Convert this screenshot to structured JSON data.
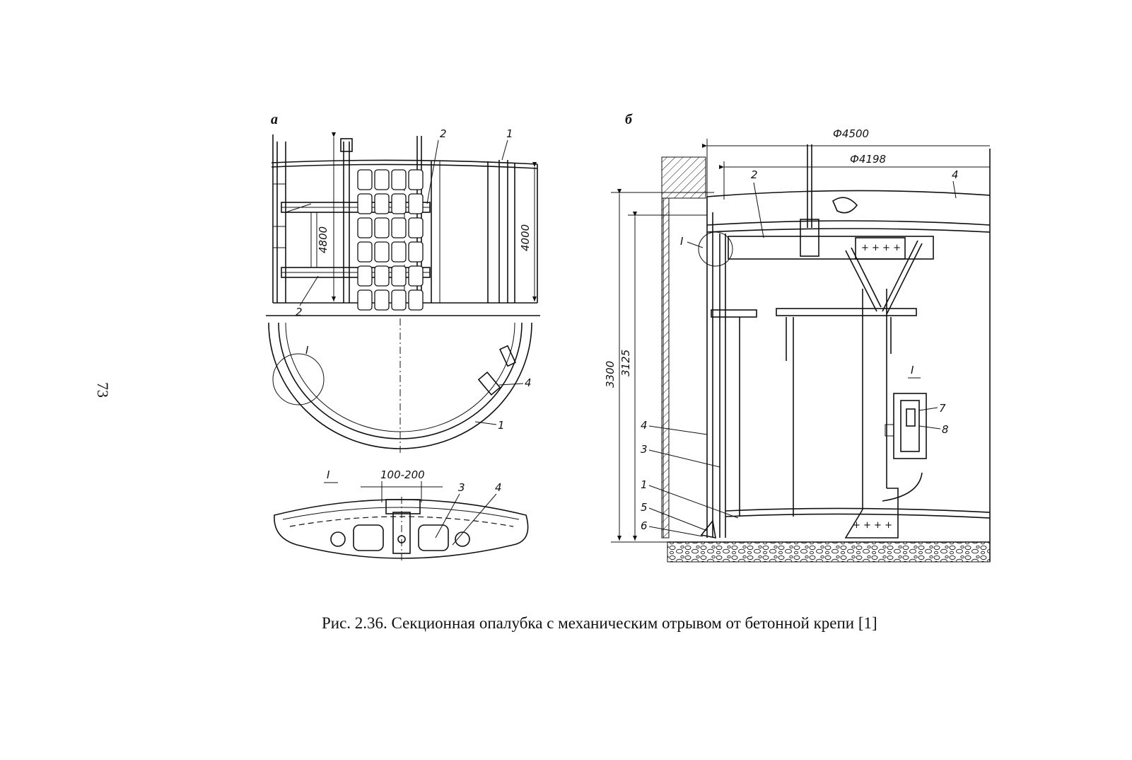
{
  "page": {
    "number": "73",
    "caption": "Рис. 2.36. Секционная опалубка с механическим отрывом от бетонной крепи  [1]"
  },
  "panel_a": {
    "letter": "а",
    "dims": {
      "height_total": "4800",
      "height_section": "4000"
    },
    "labels": {
      "one": "1",
      "two": "2",
      "four": "4"
    },
    "detail": {
      "marker": "I",
      "title": "I",
      "dim_gap": "100-200",
      "labels": {
        "three": "3",
        "four": "4"
      }
    }
  },
  "panel_b": {
    "letter": "б",
    "dims": {
      "diameter_outer": "Ф4500",
      "diameter_inner": "Ф4198",
      "height_outer": "3300",
      "height_inner": "3125"
    },
    "labels": {
      "one": "1",
      "two": "2",
      "three": "3",
      "four_top": "4",
      "four_side": "4",
      "five": "5",
      "six": "6"
    },
    "detail": {
      "marker": "I",
      "title": "I",
      "labels": {
        "seven": "7",
        "eight": "8"
      }
    }
  }
}
